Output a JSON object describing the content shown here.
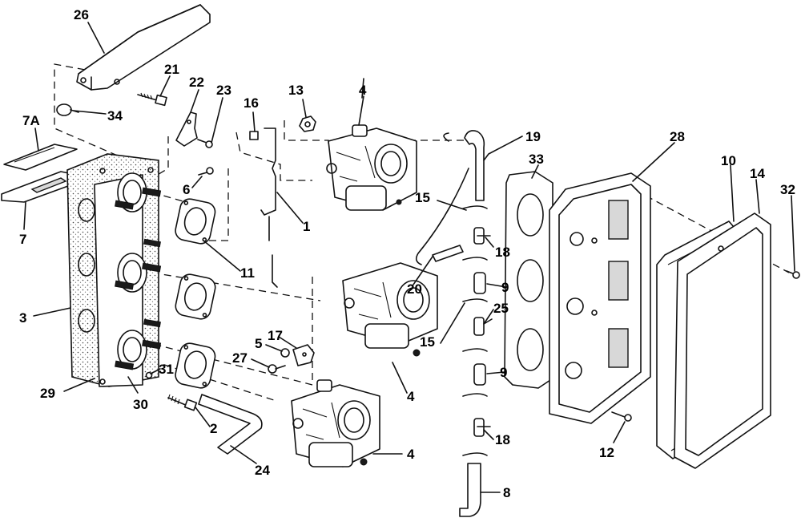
{
  "callouts": {
    "c26": "26",
    "c21": "21",
    "c22": "22",
    "c23": "23",
    "c34": "34",
    "c7a": "7A",
    "c7": "7",
    "c6": "6",
    "c3": "3",
    "c11": "11",
    "c16": "16",
    "c13": "13",
    "c4_top": "4",
    "c1": "1",
    "c29": "29",
    "c30": "30",
    "c31": "31",
    "c5": "5",
    "c17": "17",
    "c27": "27",
    "c2": "2",
    "c24": "24",
    "c20": "20",
    "c4_mid": "4",
    "c4_bot": "4",
    "c19": "19",
    "c15_top": "15",
    "c18_top": "18",
    "c9_top": "9",
    "c25": "25",
    "c15_mid": "15",
    "c9_mid": "9",
    "c18_bot": "18",
    "c8": "8",
    "c33": "33",
    "c28": "28",
    "c10": "10",
    "c14": "14",
    "c32": "32",
    "c12": "12"
  },
  "colors": {
    "line": "#111111",
    "background": "#ffffff",
    "stipple": "#d8d8d8"
  }
}
